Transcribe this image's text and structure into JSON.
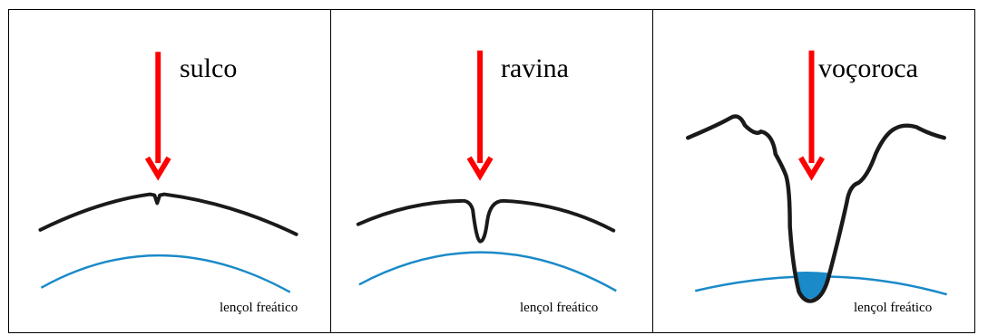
{
  "panels": [
    {
      "title": "sulco",
      "subtitle": "lençol freático"
    },
    {
      "title": "ravina",
      "subtitle": "lençol freático"
    },
    {
      "title": "voçoroca",
      "subtitle": "lençol freático"
    }
  ],
  "colors": {
    "arrow": "#ff0000",
    "terrain": "#1a1a1a",
    "water_table": "#1a8ac8",
    "water_fill": "#1a8ac8",
    "border": "#000000"
  },
  "icons": {
    "arrow": "down-arrow-icon"
  }
}
